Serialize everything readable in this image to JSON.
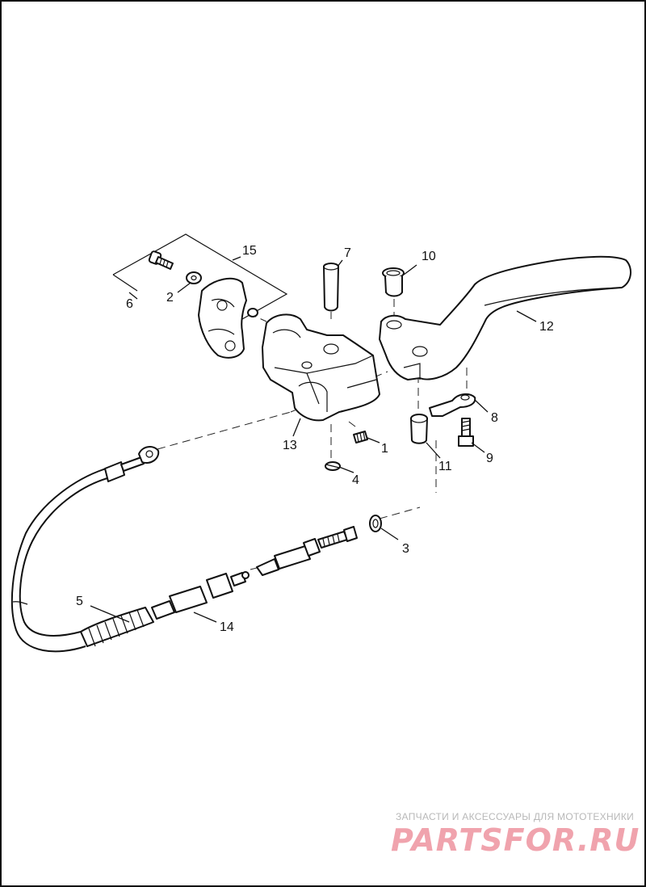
{
  "diagram": {
    "callouts": [
      {
        "id": "1",
        "label": "1"
      },
      {
        "id": "2",
        "label": "2"
      },
      {
        "id": "3",
        "label": "3"
      },
      {
        "id": "4",
        "label": "4"
      },
      {
        "id": "5",
        "label": "5"
      },
      {
        "id": "6",
        "label": "6"
      },
      {
        "id": "7",
        "label": "7"
      },
      {
        "id": "8",
        "label": "8"
      },
      {
        "id": "9",
        "label": "9"
      },
      {
        "id": "10",
        "label": "10"
      },
      {
        "id": "11",
        "label": "11"
      },
      {
        "id": "12",
        "label": "12"
      },
      {
        "id": "13",
        "label": "13"
      },
      {
        "id": "14",
        "label": "14"
      },
      {
        "id": "15",
        "label": "15"
      }
    ]
  },
  "watermark": {
    "tagline": "ЗАПЧАСТИ И АКСЕССУАРЫ ДЛЯ МОТОТЕХНИКИ",
    "logo_text": "PARTSFOR.RU",
    "logo_color": "#f0a3ad",
    "tagline_color": "#b8b8b8"
  }
}
